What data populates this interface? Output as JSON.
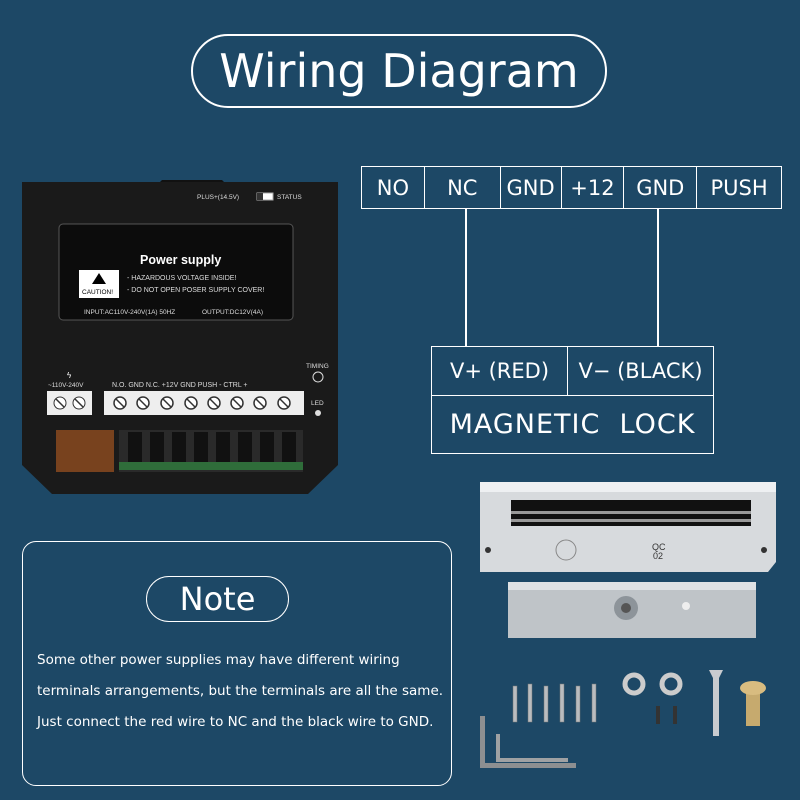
{
  "title": "Wiring Diagram",
  "terminals": [
    "NO",
    "NC",
    "GND",
    "+12",
    "GND",
    "PUSH"
  ],
  "lock": {
    "positive": "V+ (RED)",
    "negative": "V− (BLACK)",
    "name": "MAGNETIC  LOCK"
  },
  "power_supply": {
    "title": "Power supply",
    "caution": "CAUTION!",
    "warning1": "- HAZARDOUS VOLTAGE INSIDE!",
    "warning2": "- DO NOT OPEN POSER SUPPLY COVER!",
    "input": "INPUT:AC110V-240V(1A) 50HZ",
    "output": "OUTPUT:DC12V(4A)",
    "plus_label": "PLUS+(14.5V)",
    "status_label": "STATUS",
    "timing_label": "TIMING",
    "led_label": "LED",
    "ac_label": "~110V-240V",
    "terminal_labels": "N.O.  GND  N.C.  +12V  GND  PUSH   - CTRL +"
  },
  "lock_plate": {
    "mark1": "QC",
    "mark2": "02"
  },
  "note": {
    "title": "Note",
    "line1": "Some other power supplies may have different wiring",
    "line2": "terminals arrangements, but the terminals are all the same.",
    "line3": "Just connect the red wire to NC and the black wire to GND."
  },
  "colors": {
    "background": "#1d4866",
    "line": "#ffffff",
    "psu_body": "#1a1a1a"
  }
}
